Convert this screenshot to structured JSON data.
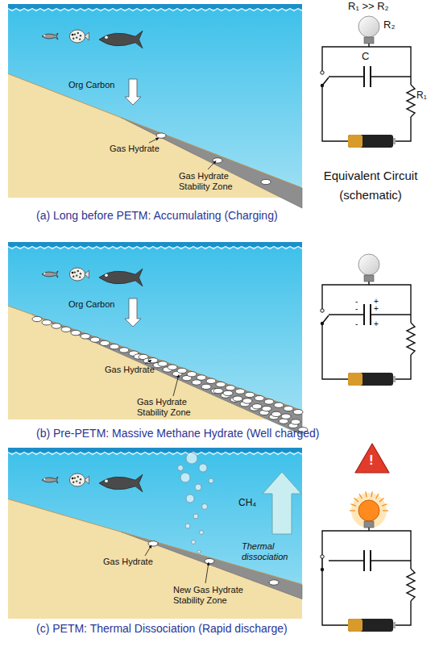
{
  "diagram": {
    "labels": [
      "R₁ >> R₂",
      "R₂",
      "C",
      "R₁",
      "Equivalent Circuit (schematic)",
      "Org Carbon",
      "Gas Hydrate",
      "Gas Hydrate Stability Zone",
      "(a) Long before PETM: Accumulating (Charging)",
      "Org Carbon",
      "Gas Hydrate",
      "Gas Hydrate Stability Zone",
      "-",
      "-",
      "-",
      "+",
      "+",
      "+",
      "(b) Pre-PETM: Massive Methane Hydrate (Well charged)",
      "!",
      "Gas Hydrate",
      "New Gas Hydrate Stability Zone",
      "CH₄",
      "Thermal dissociation",
      "(c) PETM: Thermal Dissociation (Rapid discharge)"
    ]
  }
}
